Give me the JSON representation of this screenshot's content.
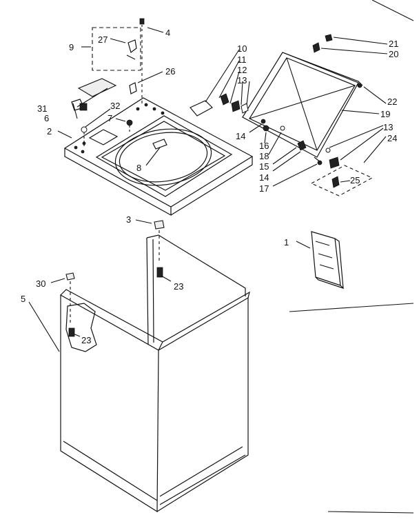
{
  "callouts": [
    {
      "id": "c1",
      "text": "1"
    },
    {
      "id": "c2",
      "text": "2"
    },
    {
      "id": "c3",
      "text": "3"
    },
    {
      "id": "c4",
      "text": "4"
    },
    {
      "id": "c5",
      "text": "5"
    },
    {
      "id": "c6",
      "text": "6"
    },
    {
      "id": "c7",
      "text": "7"
    },
    {
      "id": "c8",
      "text": "8"
    },
    {
      "id": "c9",
      "text": "9"
    },
    {
      "id": "c10",
      "text": "10"
    },
    {
      "id": "c11",
      "text": "11"
    },
    {
      "id": "c12",
      "text": "12"
    },
    {
      "id": "c13a",
      "text": "13"
    },
    {
      "id": "c13b",
      "text": "13"
    },
    {
      "id": "c14a",
      "text": "14"
    },
    {
      "id": "c14b",
      "text": "14"
    },
    {
      "id": "c15",
      "text": "15"
    },
    {
      "id": "c16",
      "text": "16"
    },
    {
      "id": "c17",
      "text": "17"
    },
    {
      "id": "c18",
      "text": "18"
    },
    {
      "id": "c19",
      "text": "19"
    },
    {
      "id": "c20",
      "text": "20"
    },
    {
      "id": "c21",
      "text": "21"
    },
    {
      "id": "c22",
      "text": "22"
    },
    {
      "id": "c23a",
      "text": "23"
    },
    {
      "id": "c23b",
      "text": "23"
    },
    {
      "id": "c24",
      "text": "24"
    },
    {
      "id": "c25",
      "text": "25"
    },
    {
      "id": "c26",
      "text": "26"
    },
    {
      "id": "c27",
      "text": "27"
    },
    {
      "id": "c30",
      "text": "30"
    },
    {
      "id": "c31",
      "text": "31"
    },
    {
      "id": "c32",
      "text": "32"
    }
  ]
}
